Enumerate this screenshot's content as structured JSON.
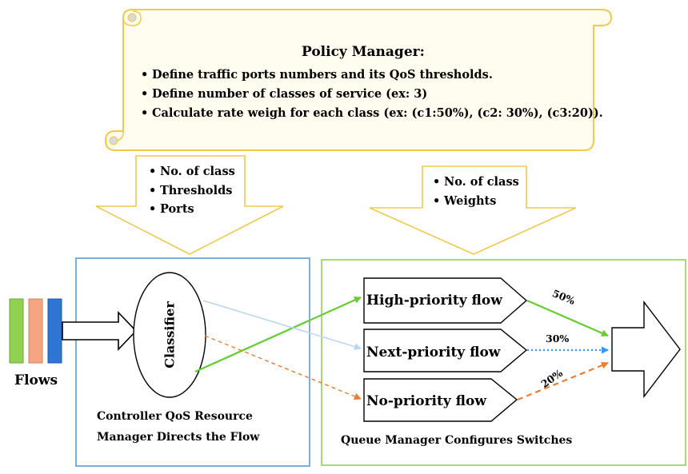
{
  "policy_manager": {
    "title": "Policy Manager:",
    "items": [
      "Define traffic ports numbers and its QoS thresholds.",
      "Define number of classes of service (ex: 3)",
      "Calculate rate weigh for each class (ex: (c1:50%), (c2: 30%), (c3:20))."
    ]
  },
  "left_arrow_items": [
    "No. of class",
    "Thresholds",
    "Ports"
  ],
  "right_arrow_items": [
    "No. of class",
    "Weights"
  ],
  "flows_label": "Flows",
  "classifier_label": "Classifier",
  "controller_caption": [
    "Controller QoS Resource",
    "Manager Directs the Flow"
  ],
  "queue_caption": "Queue Manager Configures Switches",
  "queues": [
    {
      "label": "High-priority flow",
      "weight": "50%"
    },
    {
      "label": "Next-priority flow",
      "weight": "30%"
    },
    {
      "label": "No-priority flow",
      "weight": "20%"
    }
  ],
  "colors": {
    "scroll_stroke": "#f2c94c",
    "scroll_fill": "#fffdf0",
    "controller_box": "#5b9bd5",
    "queue_box": "#92d050",
    "high": "#66cc33",
    "next": "#3399ff",
    "next_light": "#bdd7ee",
    "no": "#ed7d31",
    "flow_green": "#92d050",
    "flow_orange": "#f4a582",
    "flow_blue": "#2e75d6"
  }
}
